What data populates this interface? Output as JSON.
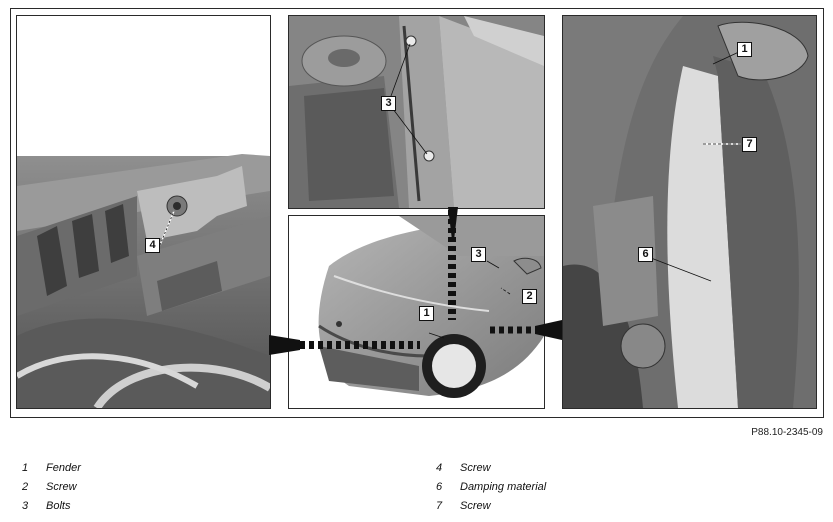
{
  "figure": {
    "ref_code": "P88.10-2345-09",
    "callouts": {
      "c1_front": "1",
      "c2_front": "2",
      "c3_front": "3",
      "c3_top": "3",
      "c4_left": "4",
      "c1_right": "1",
      "c6_right": "6",
      "c7_right": "7"
    }
  },
  "legend": {
    "left": [
      {
        "num": "1",
        "label": "Fender"
      },
      {
        "num": "2",
        "label": "Screw"
      },
      {
        "num": "3",
        "label": "Bolts"
      }
    ],
    "right": [
      {
        "num": "4",
        "label": "Screw"
      },
      {
        "num": "6",
        "label": "Damping material"
      },
      {
        "num": "7",
        "label": "Screw"
      }
    ]
  }
}
